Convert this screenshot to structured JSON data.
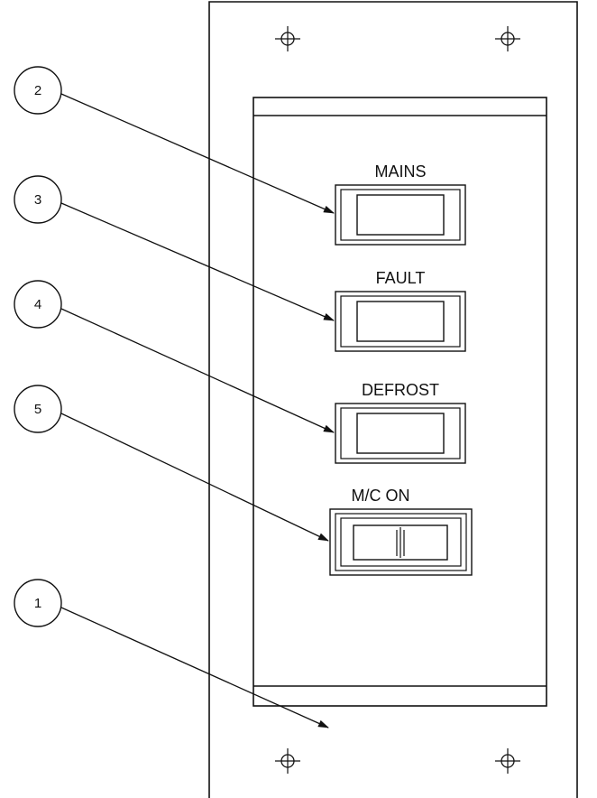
{
  "indicators": [
    {
      "label": "MAINS"
    },
    {
      "label": "FAULT"
    },
    {
      "label": "DEFROST"
    }
  ],
  "switch": {
    "label": "M/C ON"
  },
  "callouts": [
    "2",
    "3",
    "4",
    "5",
    "1"
  ]
}
